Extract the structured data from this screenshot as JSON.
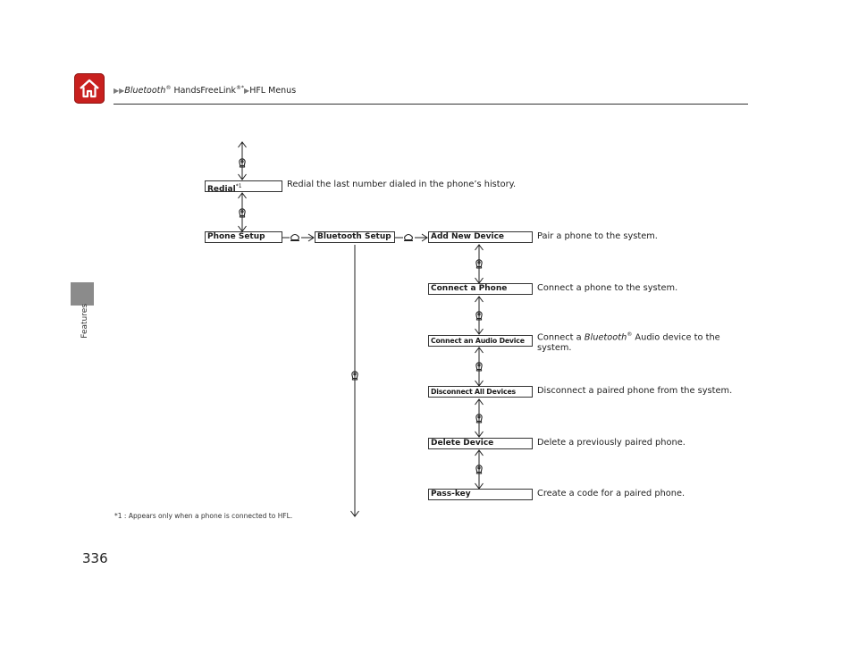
{
  "header": {
    "crumb_part1": "Bluetooth",
    "crumb_reg": "®",
    "crumb_part2": " HandsFreeLink",
    "crumb_reg2": "®",
    "crumb_star": "*",
    "crumb_part3": "HFL Menus",
    "home_icon": "home-icon"
  },
  "sidebar": {
    "section": "Features"
  },
  "page": {
    "number": "336"
  },
  "footnote": "*1 : Appears only when a phone is connected to HFL.",
  "menu": {
    "redial": {
      "label": "Redial",
      "sup": "*1",
      "desc": "Redial the last number dialed in the phone’s history."
    },
    "phone_setup": {
      "label": "Phone Setup"
    },
    "bluetooth_setup": {
      "label": "Bluetooth Setup"
    },
    "items": [
      {
        "label": "Add New Device",
        "desc": "Pair a phone to the system."
      },
      {
        "label": "Connect a Phone",
        "desc": "Connect a phone to the system."
      },
      {
        "label": "Connect an Audio Device",
        "desc_pre": "Connect a ",
        "desc_italic": "Bluetooth",
        "desc_reg": "®",
        "desc_post": " Audio device to the",
        "desc_line2": "system."
      },
      {
        "label": "Disconnect All Devices",
        "desc": "Disconnect a paired phone from the system."
      },
      {
        "label": "Delete Device",
        "desc": "Delete a previously paired phone."
      },
      {
        "label": "Pass-key",
        "desc": "Create a code for a paired phone."
      }
    ]
  },
  "icons": {
    "knob": "knob-rotate-icon",
    "press": "press-icon"
  }
}
